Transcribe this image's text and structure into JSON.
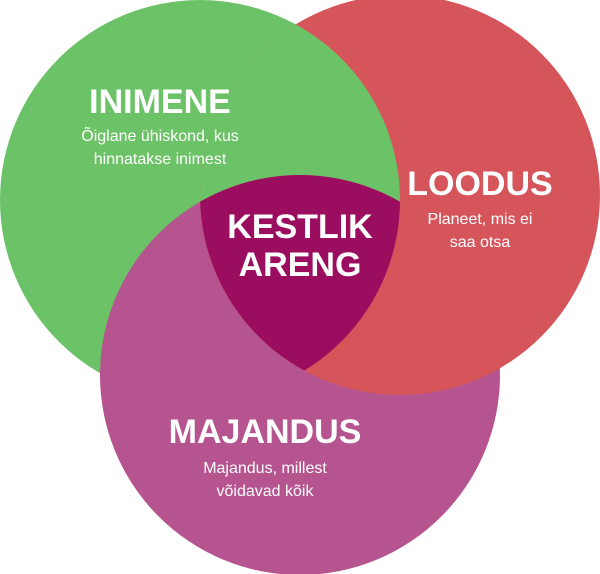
{
  "colors": {
    "inimene": "#6cc266",
    "loodus": "#d5555b",
    "majandus": "#b6548f",
    "center": "#9b0d5f"
  },
  "inimene": {
    "title": "INIMENE",
    "line1": "Õiglane ühiskond, kus",
    "line2": "hinnatakse inimest"
  },
  "loodus": {
    "title": "LOODUS",
    "line1": "Planeet, mis ei",
    "line2": "saa otsa"
  },
  "majandus": {
    "title": "MAJANDUS",
    "line1": "Majandus, millest",
    "line2": "võidavad kõik"
  },
  "center": {
    "line1": "KESTLIK",
    "line2": "ARENG"
  }
}
